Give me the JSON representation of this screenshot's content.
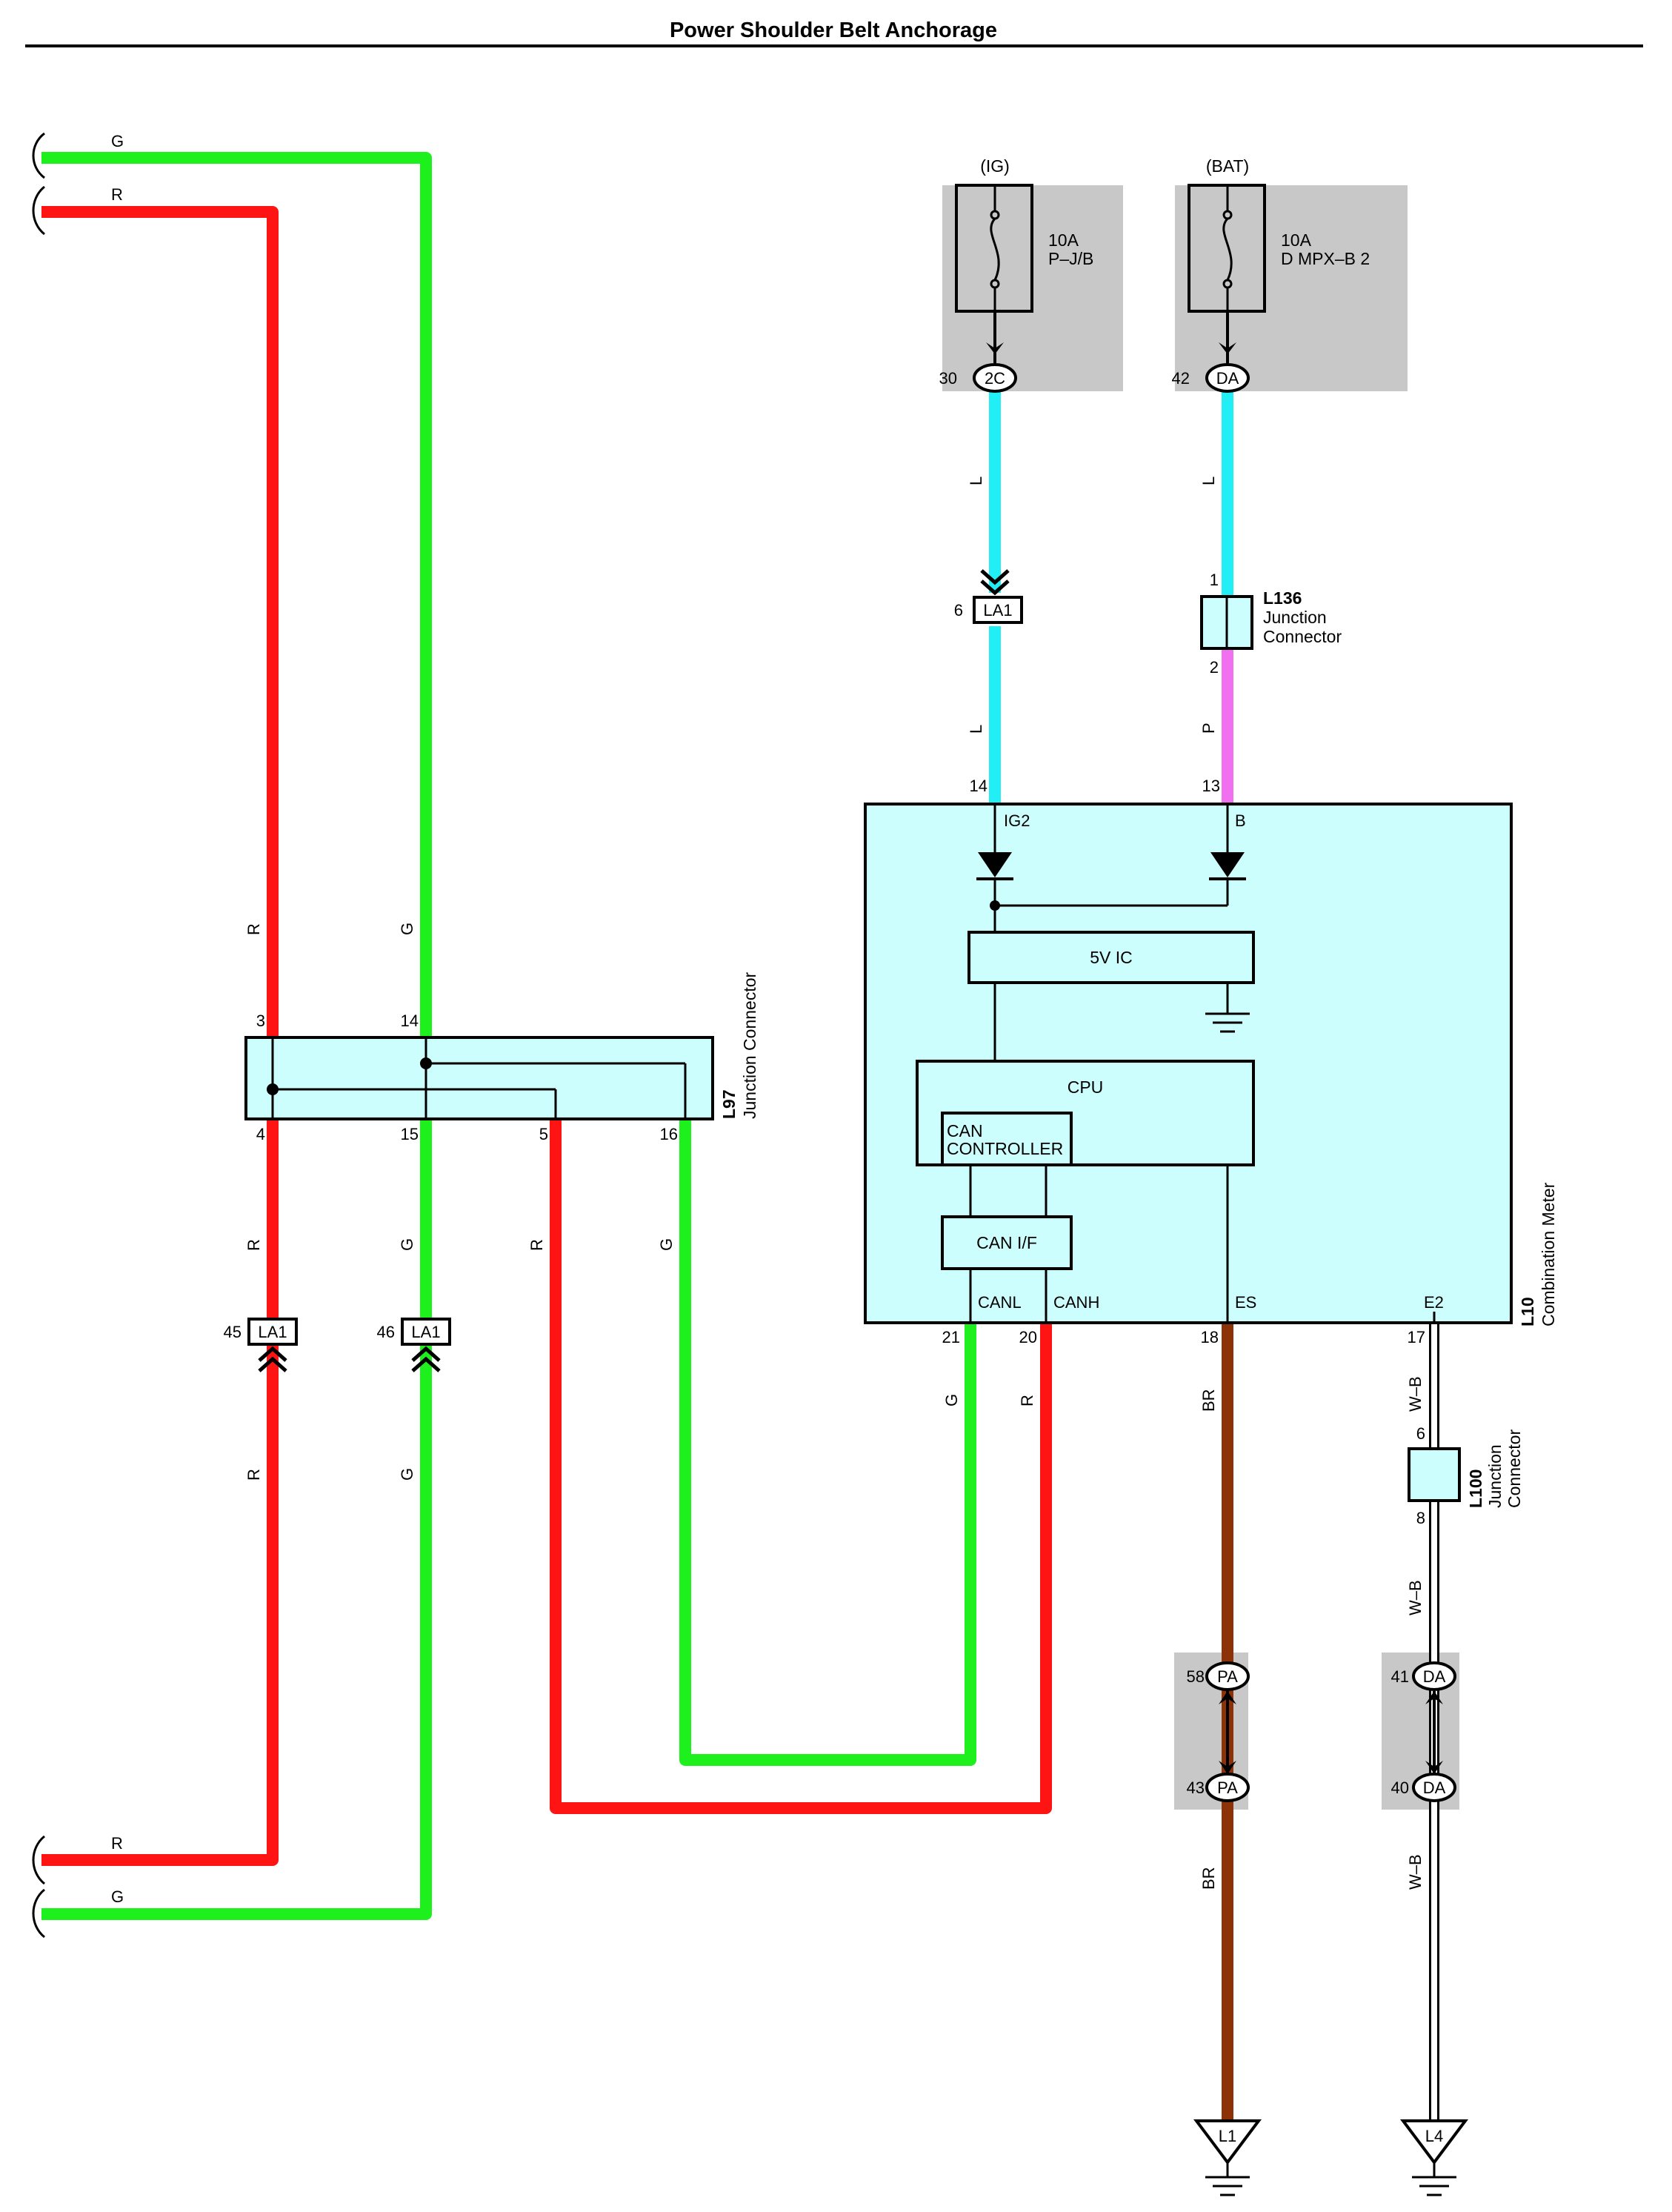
{
  "title": "Power Shoulder Belt Anchorage",
  "colors": {
    "green": "#1ef01e",
    "red": "#ff1414",
    "cyan": "#22eef5",
    "pink": "#f070f0",
    "brown": "#8c3206",
    "white_black": "#ffffff",
    "box_fill": "#ccfefe",
    "gray_fill": "#c8c8c8"
  },
  "wire_labels": {
    "g": "G",
    "r": "R",
    "l": "L",
    "p": "P",
    "br": "BR",
    "wb": "W–B"
  },
  "fuses": [
    {
      "source": "(IG)",
      "rating": "10A",
      "location": "P–J/B",
      "pin": "30",
      "connector": "2C"
    },
    {
      "source": "(BAT)",
      "rating": "10A",
      "location": "D MPX–B 2",
      "pin": "42",
      "connector": "DA"
    }
  ],
  "connectors": {
    "la1_6": {
      "pin": "6",
      "id": "LA1"
    },
    "la1_45": {
      "pin": "45",
      "id": "LA1"
    },
    "la1_46": {
      "pin": "46",
      "id": "LA1"
    },
    "pa_58": {
      "pin": "58",
      "id": "PA"
    },
    "pa_43": {
      "pin": "43",
      "id": "PA"
    },
    "da_41": {
      "pin": "41",
      "id": "DA"
    },
    "da_40": {
      "pin": "40",
      "id": "DA"
    }
  },
  "l136": {
    "id": "L136",
    "line1": "Junction",
    "line2": "Connector",
    "pin_top": "1",
    "pin_bottom": "2"
  },
  "l97": {
    "id": "L97",
    "name": "Junction Connector",
    "pins_top": [
      "3",
      "14"
    ],
    "pins_bottom": [
      "4",
      "15",
      "5",
      "16"
    ]
  },
  "l100": {
    "id": "L100",
    "line1": "Junction",
    "line2": "Connector",
    "pin_top": "6",
    "pin_bottom": "8"
  },
  "l10": {
    "id": "L10",
    "name": "Combination Meter",
    "pins_top": {
      "ig2_pin": "14",
      "b_pin": "13"
    },
    "terminals": {
      "ig2": "IG2",
      "b": "B",
      "canl": "CANL",
      "canh": "CANH",
      "es": "ES",
      "e2": "E2"
    },
    "pins_bottom": {
      "canl_pin": "21",
      "canh_pin": "20",
      "es_pin": "18",
      "e2_pin": "17"
    },
    "blocks": {
      "ic": "5V IC",
      "cpu": "CPU",
      "can_ctrl_1": "CAN",
      "can_ctrl_2": "CONTROLLER",
      "can_if": "CAN I/F"
    }
  },
  "grounds": [
    "L1",
    "L4"
  ]
}
